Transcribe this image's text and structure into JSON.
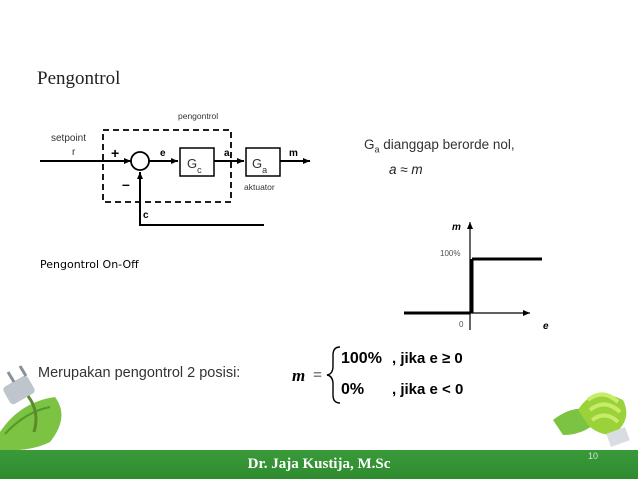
{
  "title": "Pengontrol",
  "block_diagram": {
    "group_label": "pengontrol",
    "setpoint_label": "setpoint",
    "input_signal": "r",
    "plus_sign": "+",
    "minus_sign": "–",
    "error_signal": "e",
    "controller_block": "G",
    "controller_sub": "c",
    "actuator_input": "a",
    "actuator_block": "G",
    "actuator_sub": "a",
    "output_signal": "m",
    "actuator_label": "aktuator",
    "feedback_signal": "c"
  },
  "assumption_line1_main": "G",
  "assumption_line1_sub": "a",
  "assumption_line1_rest": " dianggap berorde nol,",
  "assumption_line2": "a ≈ m",
  "subtitle": "Pengontrol On-Off",
  "step_plot": {
    "ylabel": "m",
    "xlabel": "e",
    "level_label": "100%",
    "origin_label": "0"
  },
  "description": "Merupakan pengontrol 2 posisi:",
  "equation": {
    "lhs": "m",
    "eq": "=",
    "case1_value": "100%",
    "case1_cond": ", jika  e ≥ 0",
    "case2_value": "0%",
    "case2_cond": ", jika  e < 0"
  },
  "colors": {
    "footer": "#2e8b2e",
    "leaf": "#7cc243"
  },
  "icons": [
    "plug-icon",
    "light-bulb-icon"
  ],
  "footer": "Dr. Jaja Kustija, M.Sc",
  "page_number": "10"
}
